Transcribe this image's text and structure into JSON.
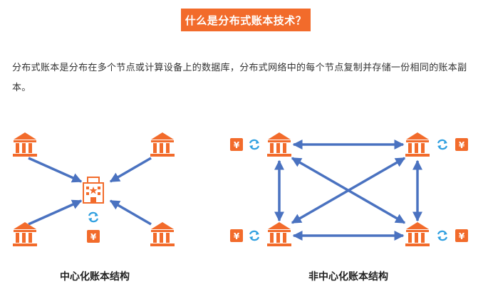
{
  "header": {
    "title": "什么是分布式账本技术？"
  },
  "intro": {
    "text": "分布式账本是分布在多个节点或计算设备上的数据库，分布式网络中的每个节点复制并存储一份相同的账本副本。"
  },
  "diagrams": {
    "centralized": {
      "caption": "中心化账本结构"
    },
    "decentralized": {
      "caption": "非中心化账本结构"
    }
  },
  "icons": {
    "node": "bank-icon",
    "center": "office-building-icon",
    "sync": "sync-icon",
    "ledger": "yen-ledger-icon"
  },
  "colors": {
    "accent": "#f26b2b",
    "arrow": "#4a72c0",
    "sync": "#2f9fe0",
    "text": "#333333"
  }
}
